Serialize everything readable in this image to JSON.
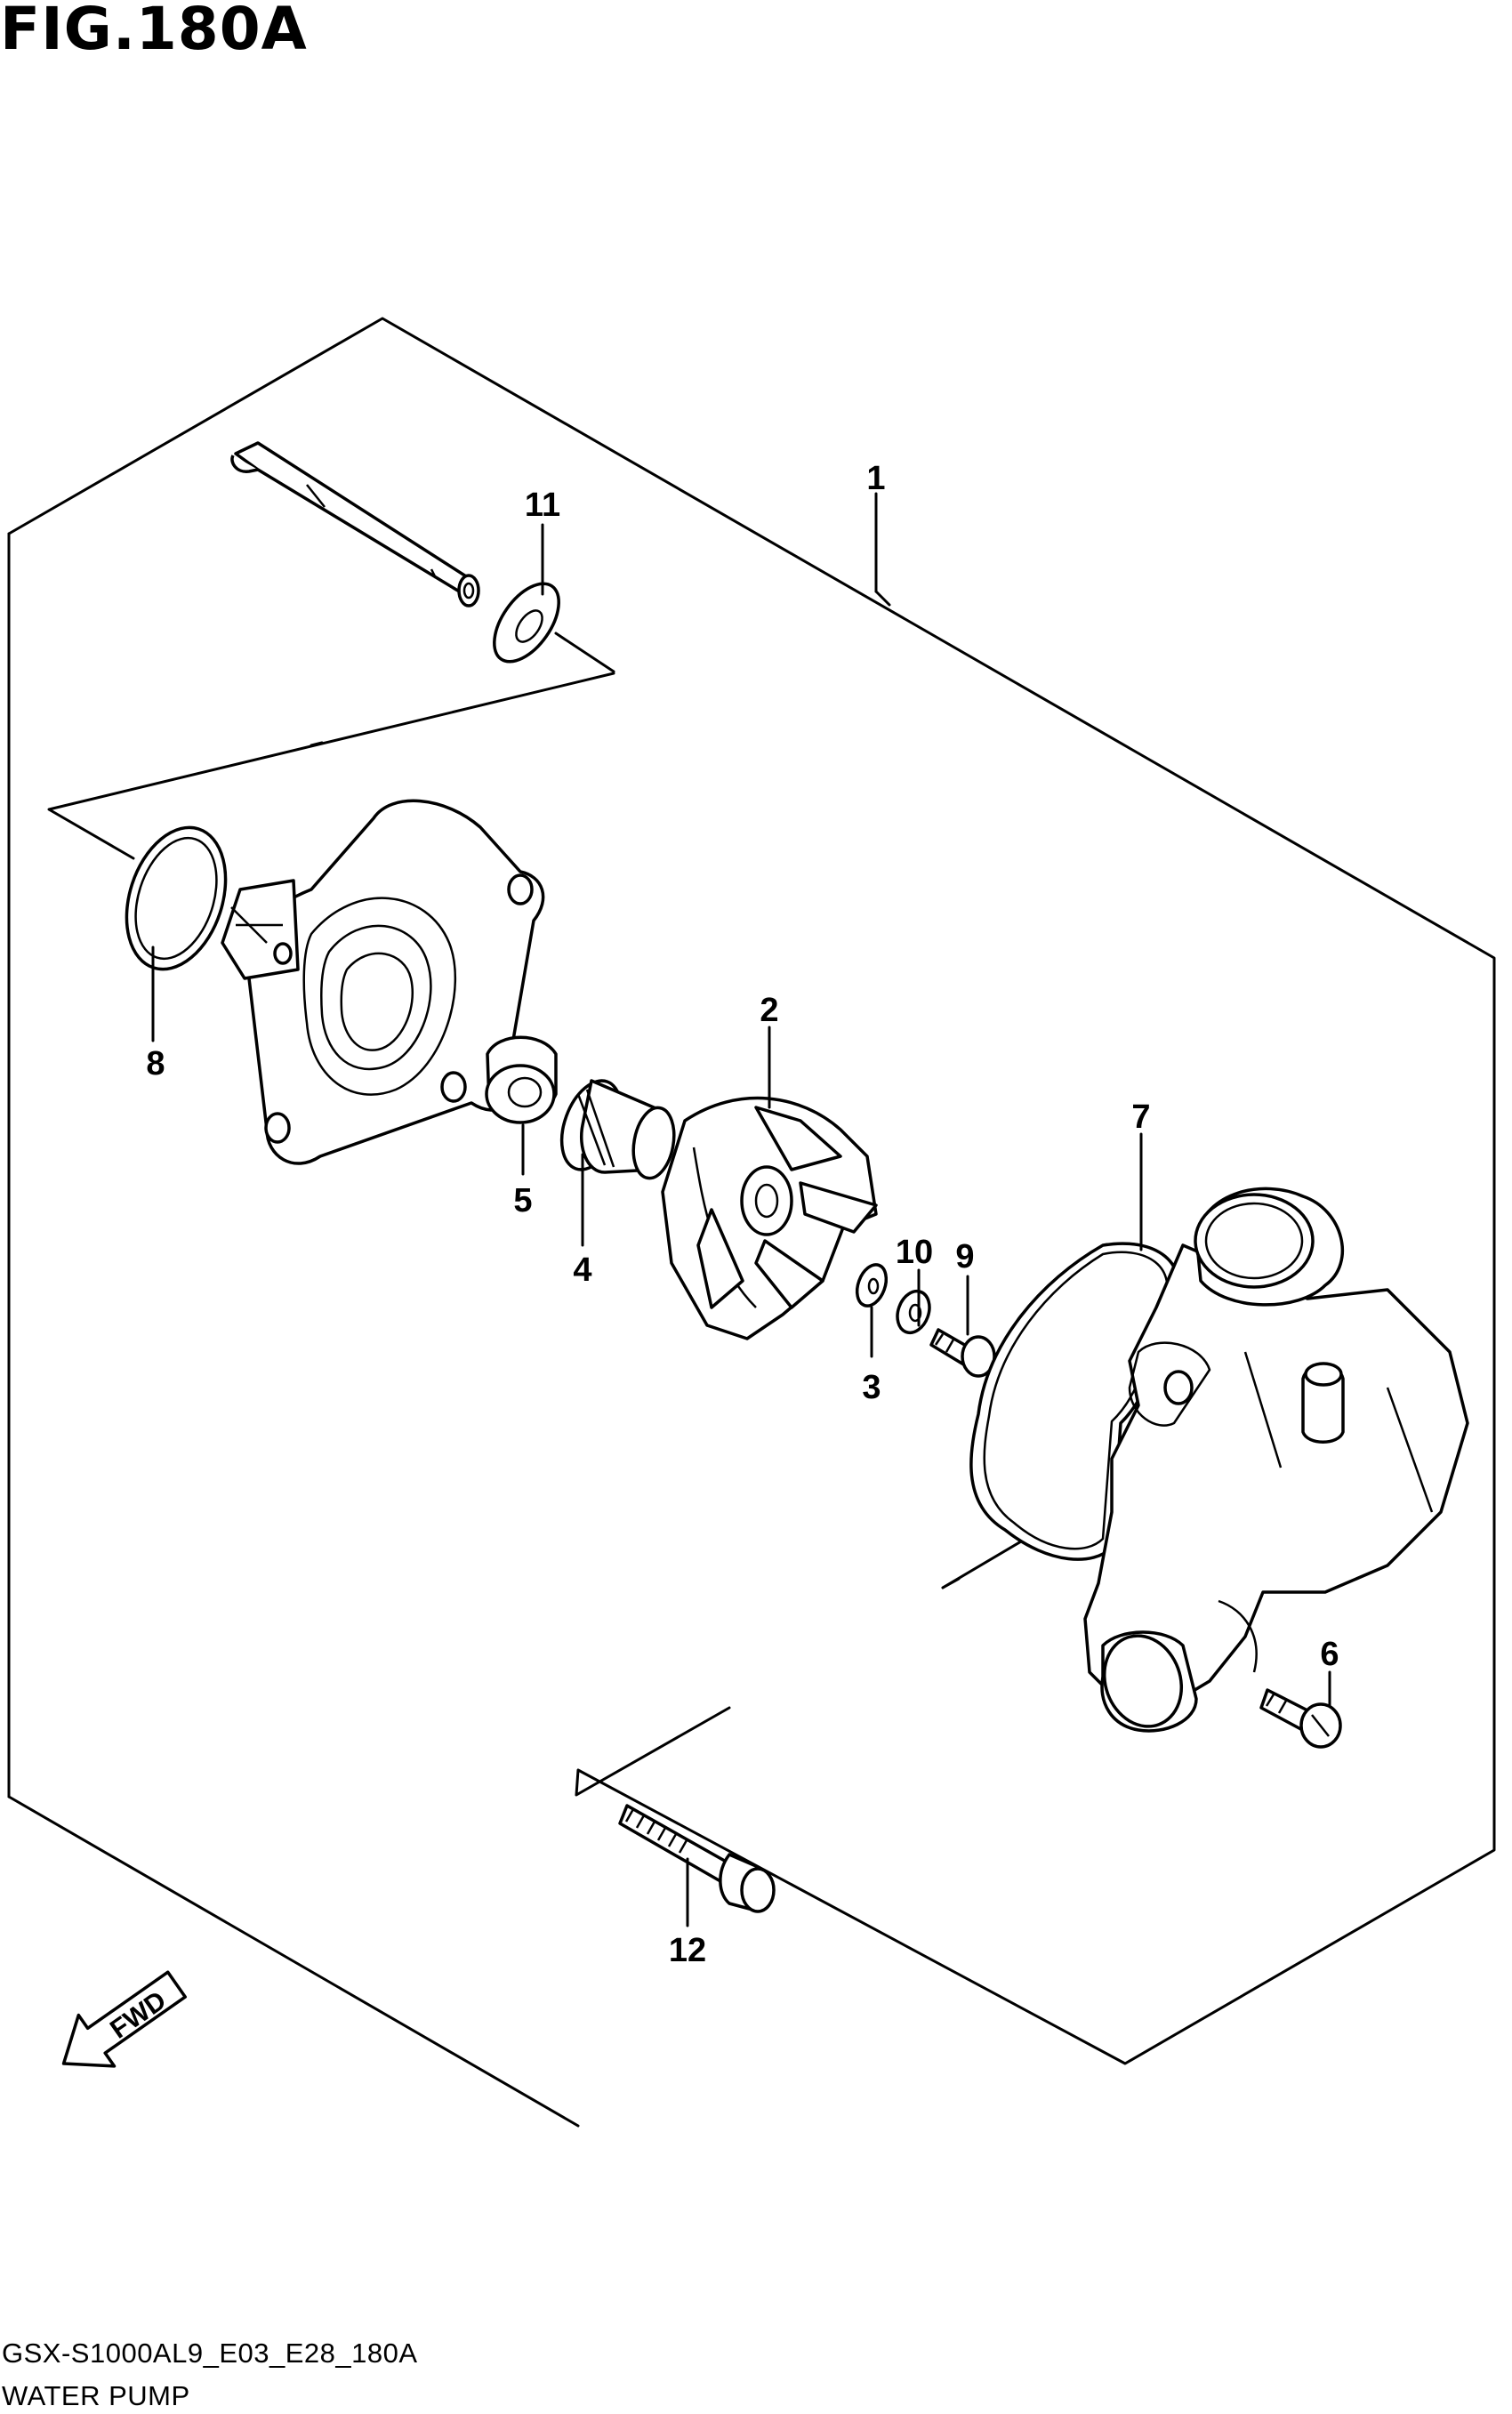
{
  "figure_title": "FIG.180A",
  "footer": {
    "model_code": "GSX-S1000AL9_E03_E28_180A",
    "section_name": "WATER PUMP"
  },
  "fwd_label": "FWD",
  "callouts": [
    "1",
    "2",
    "3",
    "4",
    "5",
    "6",
    "7",
    "8",
    "9",
    "10",
    "11",
    "12"
  ]
}
